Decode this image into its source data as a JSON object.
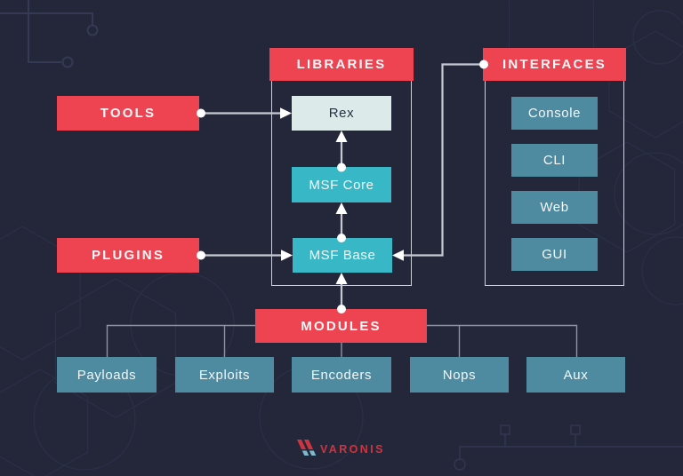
{
  "title": "Metasploit Framework architecture diagram",
  "palette": {
    "background": "#232739",
    "red": "#ee4452",
    "teal_bright": "#38b8c6",
    "teal_muted": "#4e8aa0",
    "mint": "#dcebe9",
    "connector_line": "#c7cad4",
    "branch_line": "#8f92a2",
    "connector_marker": "#ffffff",
    "frame_border": "#ccd0da",
    "logo_red": "#cc3540",
    "logo_blue": "#7fb9cc"
  },
  "nodes": {
    "tools": {
      "label": "TOOLS"
    },
    "plugins": {
      "label": "PLUGINS"
    },
    "libraries": {
      "label": "LIBRARIES"
    },
    "interfaces": {
      "label": "INTERFACES"
    },
    "modules": {
      "label": "MODULES"
    },
    "rex": {
      "label": "Rex"
    },
    "msf_core": {
      "label": "MSF Core"
    },
    "msf_base": {
      "label": "MSF Base"
    },
    "console": {
      "label": "Console"
    },
    "cli": {
      "label": "CLI"
    },
    "web": {
      "label": "Web"
    },
    "gui": {
      "label": "GUI"
    },
    "payloads": {
      "label": "Payloads"
    },
    "exploits": {
      "label": "Exploits"
    },
    "encoders": {
      "label": "Encoders"
    },
    "nops": {
      "label": "Nops"
    },
    "aux": {
      "label": "Aux"
    }
  },
  "groups": {
    "libraries_children": [
      "Rex",
      "MSF Core",
      "MSF Base"
    ],
    "interfaces_children": [
      "Console",
      "CLI",
      "Web",
      "GUI"
    ],
    "modules_children": [
      "Payloads",
      "Exploits",
      "Encoders",
      "Nops",
      "Aux"
    ]
  },
  "edges": [
    {
      "from": "TOOLS",
      "to": "Rex"
    },
    {
      "from": "PLUGINS",
      "to": "MSF Base"
    },
    {
      "from": "MSF Core",
      "to": "Rex"
    },
    {
      "from": "MSF Base",
      "to": "MSF Core"
    },
    {
      "from": "MODULES",
      "to": "MSF Base"
    },
    {
      "from": "INTERFACES",
      "to": "MSF Base"
    },
    {
      "from": "MODULES",
      "to": "Payloads"
    },
    {
      "from": "MODULES",
      "to": "Exploits"
    },
    {
      "from": "MODULES",
      "to": "Encoders"
    },
    {
      "from": "MODULES",
      "to": "Nops"
    },
    {
      "from": "MODULES",
      "to": "Aux"
    }
  ],
  "footer": {
    "brand": "VARONIS"
  }
}
